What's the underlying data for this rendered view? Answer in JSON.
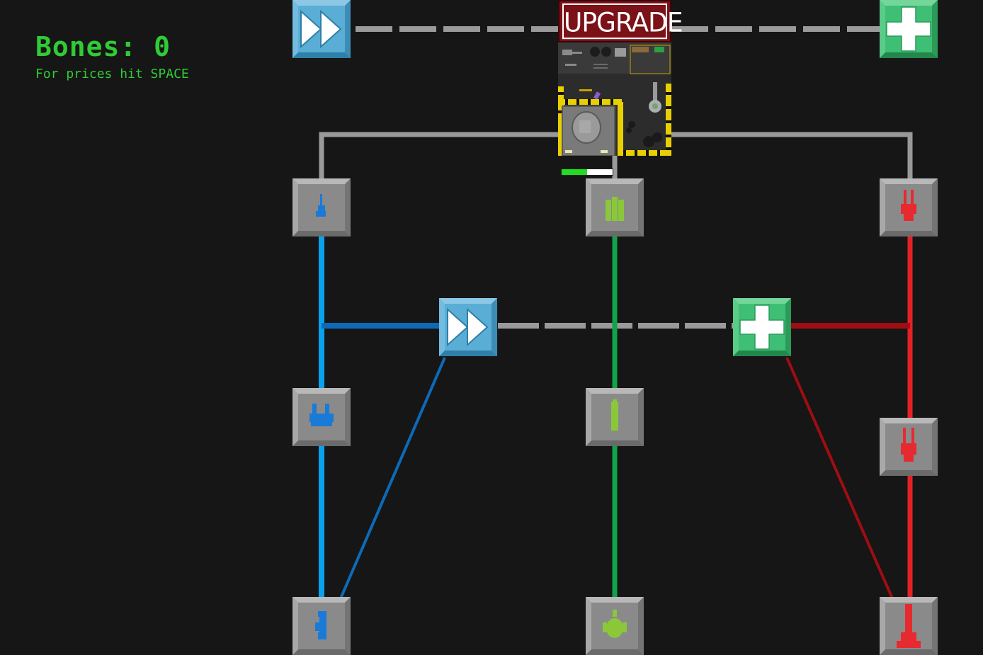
{
  "hud": {
    "bones_label": "Bones: 0",
    "hint": "For prices hit SPACE"
  },
  "banner": {
    "title": "UPGRADE"
  },
  "colors": {
    "background": "#161616",
    "hud_text": "#2fcc34",
    "blue_line": "#0aa2ee",
    "blue_dark_line": "#0d6ab8",
    "green_line": "#10a34a",
    "red_line": "#e62126",
    "red_dark_line": "#a00d12",
    "gray_line": "#9a9a9a",
    "speed_tile": "#5aaed6",
    "heal_tile": "#3fbf76",
    "node_tile": "#8a8a8a"
  },
  "player_health": {
    "fraction": 0.5
  },
  "nodes": {
    "speed_top": {
      "icon": "fast-forward-icon"
    },
    "heal_top": {
      "icon": "plus-icon"
    },
    "speed_mid": {
      "icon": "fast-forward-icon"
    },
    "heal_mid": {
      "icon": "plus-icon"
    },
    "blue_1": {
      "icon": "blue-gun-icon"
    },
    "blue_2": {
      "icon": "blue-twin-gun-icon"
    },
    "blue_3": {
      "icon": "blue-heavy-gun-icon"
    },
    "green_1": {
      "icon": "green-battery-pack-icon"
    },
    "green_2": {
      "icon": "green-battery-icon"
    },
    "green_3": {
      "icon": "green-bug-icon"
    },
    "red_1": {
      "icon": "red-claw-icon"
    },
    "red_2": {
      "icon": "red-claw-icon"
    },
    "red_3": {
      "icon": "red-chainsaw-icon"
    }
  }
}
